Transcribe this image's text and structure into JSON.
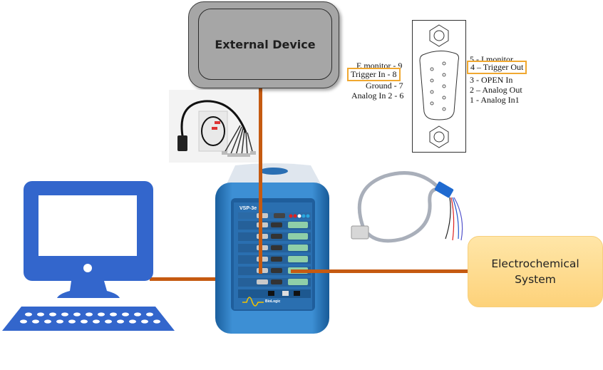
{
  "diagram": {
    "external_device": {
      "label": "External Device"
    },
    "electrochemical_system": {
      "line1": "Electrochemical",
      "line2": "System"
    },
    "instrument": {
      "model_label": "VSP-3e",
      "brand": "BioLogic"
    },
    "connector_pinout": {
      "left_pins": [
        {
          "label": "E monitor - 9",
          "highlighted": false
        },
        {
          "label": "Trigger In - 8",
          "highlighted": true
        },
        {
          "label": "Ground - 7",
          "highlighted": false
        },
        {
          "label": "Analog In 2 - 6",
          "highlighted": false
        }
      ],
      "right_pins": [
        {
          "label": "5 - I monitor",
          "highlighted": false
        },
        {
          "label": "4 – Trigger Out",
          "highlighted": true
        },
        {
          "label": "3 - OPEN In",
          "highlighted": false
        },
        {
          "label": "2 – Analog Out",
          "highlighted": false
        },
        {
          "label": "1 - Analog In1",
          "highlighted": false
        }
      ]
    },
    "icons": {
      "computer": "computer-icon",
      "bnc_cable_kit": "cable-kit-photo",
      "cell_cable": "cell-cable-photo",
      "potentiostat": "potentiostat-photo"
    },
    "colors": {
      "wire": "#c55a11",
      "computer": "#3366cc",
      "highlight": "#f0a830",
      "external_box": "#a6a6a6",
      "echem_box": "#fdd98c",
      "instrument_blue": "#1f6fb5"
    }
  }
}
